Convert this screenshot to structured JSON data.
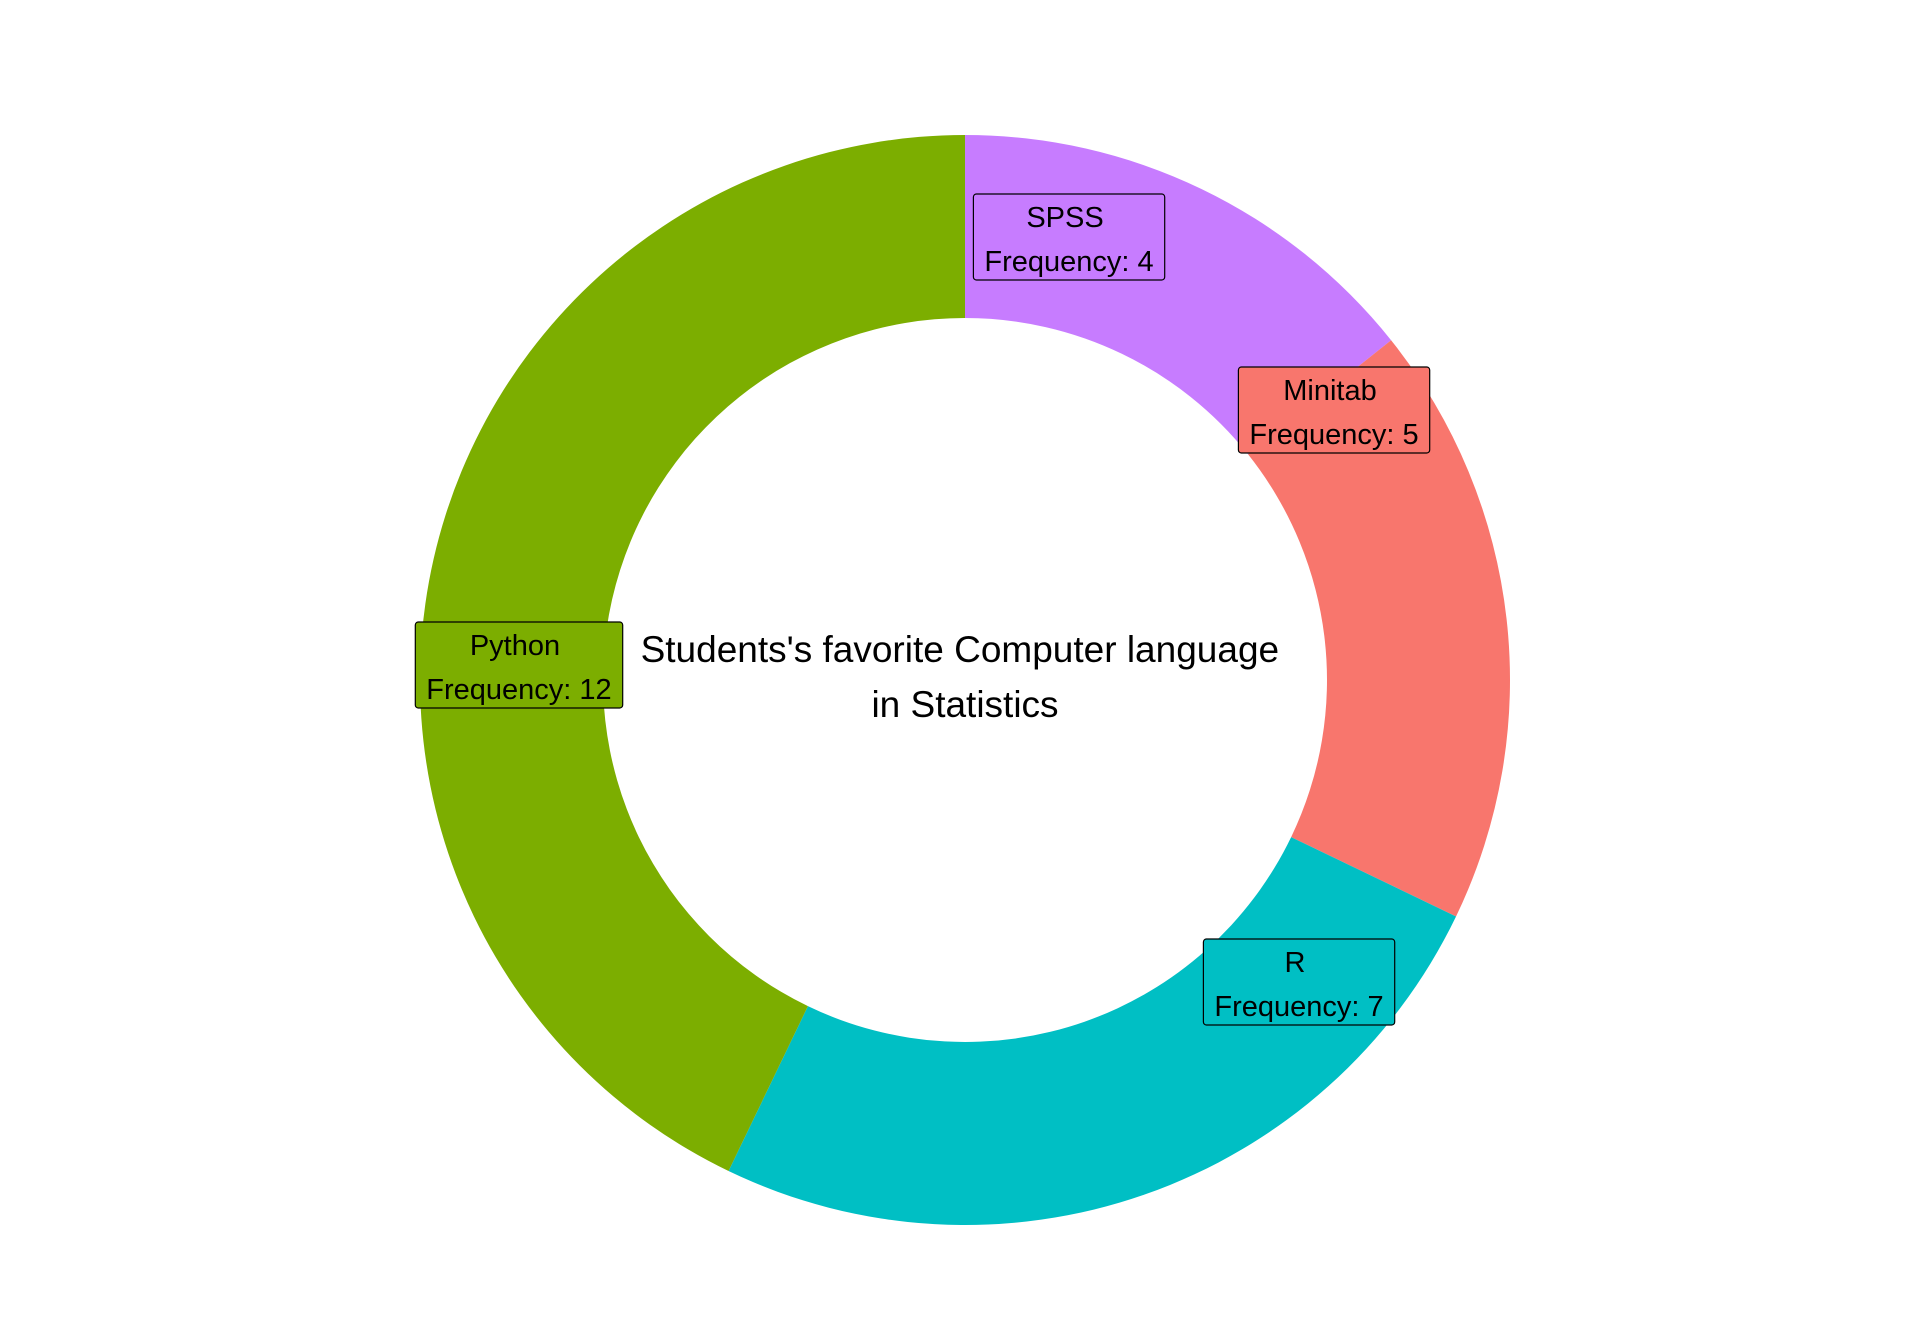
{
  "chart_data": {
    "type": "pie",
    "variant": "donut",
    "title": "Students's favorite Computer language\nin Statistics",
    "title_lines": [
      "Students's favorite Computer language",
      "in Statistics"
    ],
    "label_prefix": "Frequency: ",
    "slices": [
      {
        "label": "SPSS",
        "value": 4,
        "color": "#C77CFF"
      },
      {
        "label": "Minitab",
        "value": 5,
        "color": "#F8766D"
      },
      {
        "label": "R",
        "value": 7,
        "color": "#00BFC4"
      },
      {
        "label": "Python",
        "value": 12,
        "color": "#7CAE00"
      }
    ],
    "start_angle": "12 o'clock",
    "direction": "clockwise",
    "legend": "none",
    "grid": false
  }
}
